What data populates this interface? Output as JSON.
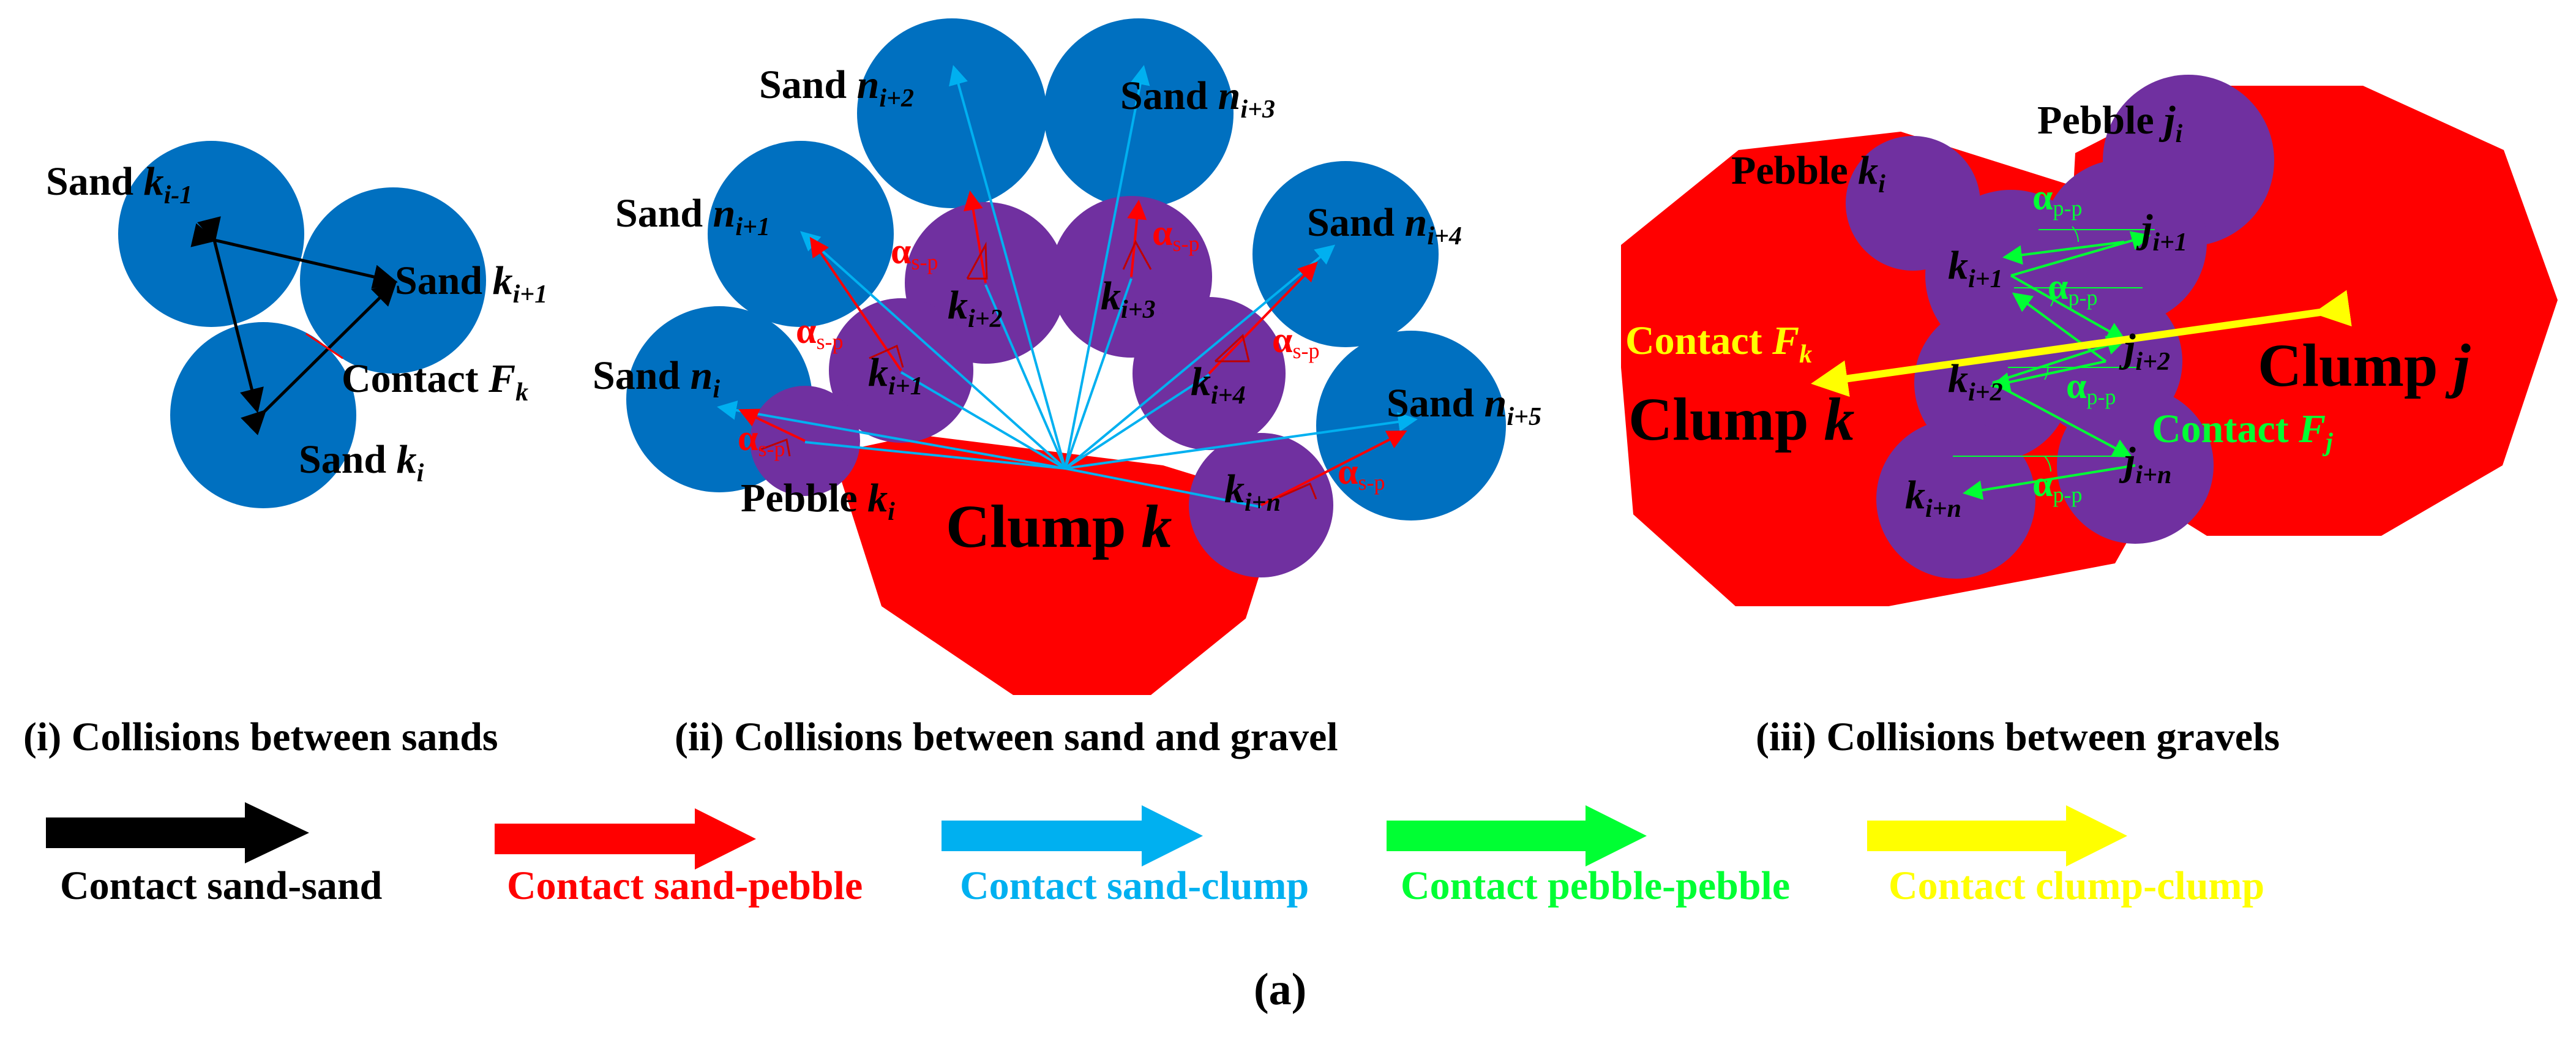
{
  "colors": {
    "sand": "#0070c0",
    "pebble": "#7030a0",
    "clump": "#ff0000",
    "contact_sand_sand": "#000000",
    "contact_sand_pebble": "#ff0000",
    "contact_sand_clump": "#00b0f0",
    "contact_pebble_pebble": "#00ff33",
    "contact_clump_clump": "#ffff00",
    "angle_sp": "#c00000"
  },
  "panel1": {
    "sand_km1_word": "Sand",
    "sand_km1_var": "k",
    "sand_km1_sub": "i-1",
    "sand_kp1_word": "Sand",
    "sand_kp1_var": "k",
    "sand_kp1_sub": "i+1",
    "sand_ki_word": "Sand",
    "sand_ki_var": "k",
    "sand_ki_sub": "i",
    "contact_word": "Contact",
    "contact_var": "F",
    "contact_sub": "k",
    "caption": "(i) Collisions between sands"
  },
  "panel2": {
    "sand_ni2": {
      "word": "Sand",
      "var": "n",
      "sub": "i+2"
    },
    "sand_ni3": {
      "word": "Sand",
      "var": "n",
      "sub": "i+3"
    },
    "sand_ni1": {
      "word": "Sand",
      "var": "n",
      "sub": "i+1"
    },
    "sand_ni4": {
      "word": "Sand",
      "var": "n",
      "sub": "i+4"
    },
    "sand_ni": {
      "word": "Sand",
      "var": "n",
      "sub": "i"
    },
    "sand_ni5": {
      "word": "Sand",
      "var": "n",
      "sub": "i+5"
    },
    "peb_ki2": {
      "var": "k",
      "sub": "i+2"
    },
    "peb_ki3": {
      "var": "k",
      "sub": "i+3"
    },
    "peb_ki1": {
      "var": "k",
      "sub": "i+1"
    },
    "peb_ki4": {
      "var": "k",
      "sub": "i+4"
    },
    "peb_kin": {
      "var": "k",
      "sub": "i+n"
    },
    "pebble_ki": {
      "word": "Pebble",
      "var": "k",
      "sub": "i"
    },
    "clump_k": {
      "word": "Clump",
      "var": "k"
    },
    "alpha": "α",
    "alpha_sub": "s-p",
    "caption": "(ii) Collisions between sand and gravel"
  },
  "panel3": {
    "pebble_ki": {
      "word": "Pebble",
      "var": "k",
      "sub": "i"
    },
    "pebble_ji": {
      "word": "Pebble",
      "var": "j",
      "sub": "i"
    },
    "k_i1": {
      "var": "k",
      "sub": "i+1"
    },
    "k_i2": {
      "var": "k",
      "sub": "i+2"
    },
    "k_in": {
      "var": "k",
      "sub": "i+n"
    },
    "j_i1": {
      "var": "j",
      "sub": "i+1"
    },
    "j_i2": {
      "var": "j",
      "sub": "i+2"
    },
    "j_in": {
      "var": "j",
      "sub": "i+n"
    },
    "clump_k": {
      "word": "Clump",
      "var": "k"
    },
    "clump_j": {
      "word": "Clump",
      "var": "j"
    },
    "contact_fk": {
      "word": "Contact",
      "var": "F",
      "sub": "k"
    },
    "contact_fj": {
      "word": "Contact",
      "var": "F",
      "sub": "j"
    },
    "alpha": "α",
    "alpha_sub": "p-p",
    "caption": "(iii) Collisions between  gravels"
  },
  "legend": [
    {
      "label": "Contact sand-sand"
    },
    {
      "label": "Contact sand-pebble"
    },
    {
      "label": "Contact sand-clump"
    },
    {
      "label": "Contact pebble-pebble"
    },
    {
      "label": "Contact clump-clump"
    }
  ],
  "figure_label": "(a)"
}
